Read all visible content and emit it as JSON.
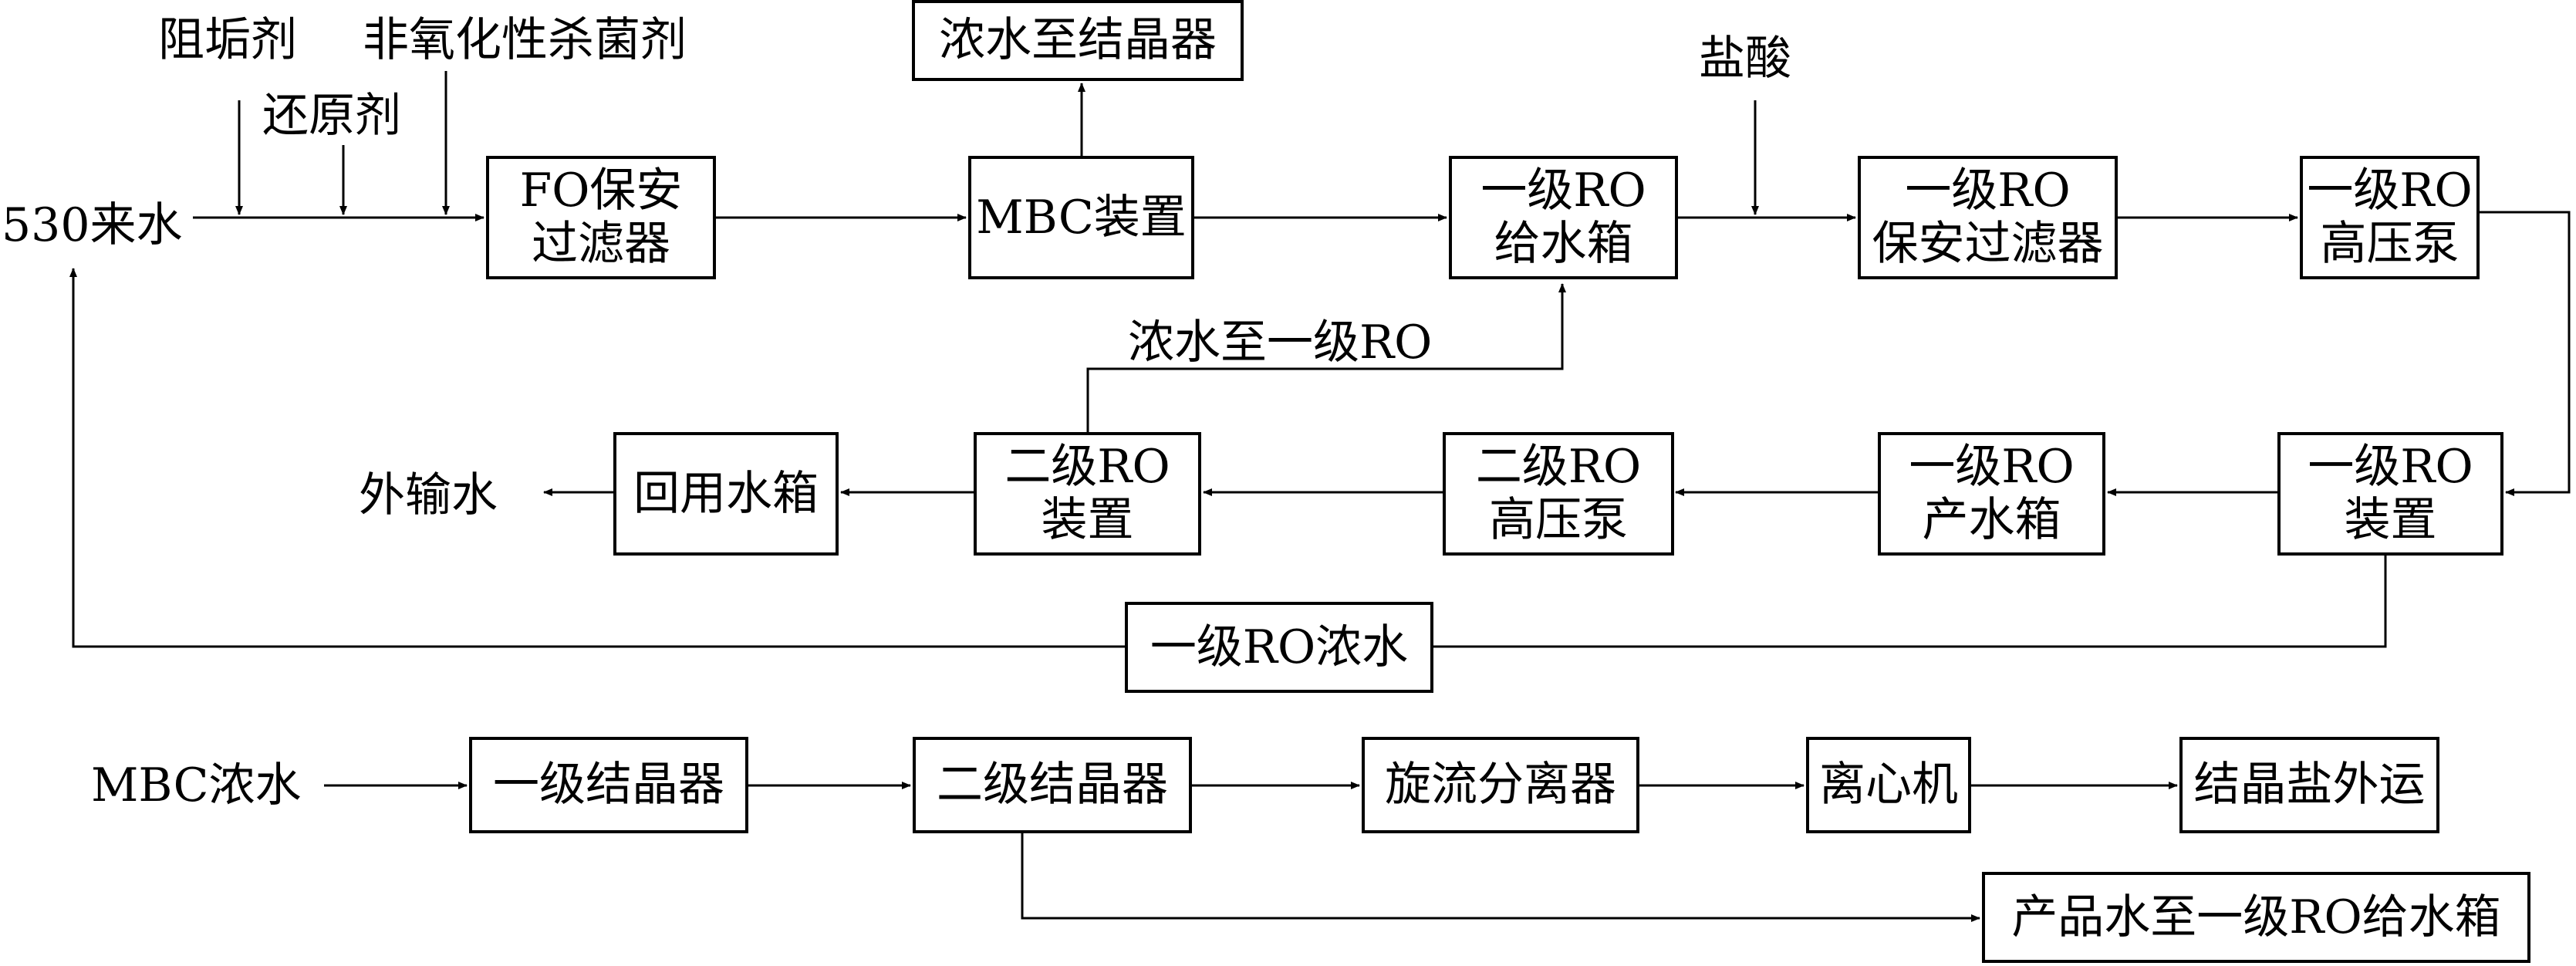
{
  "inputs": {
    "feed_water": "530来水",
    "antiscalant": "阻垢剂",
    "reductant": "还原剂",
    "biocide": "非氧化性杀菌剂",
    "hydrochloric_acid": "盐酸",
    "mbc_concentrate": "MBC浓水"
  },
  "boxes": {
    "fo_filter": [
      "FO保安",
      "过滤器"
    ],
    "mbc_unit": [
      "MBC装置"
    ],
    "conc_to_crystallizer": [
      "浓水至结晶器"
    ],
    "ro1_feed_tank": [
      "一级RO",
      "给水箱"
    ],
    "ro1_filter": [
      "一级RO",
      "保安过滤器"
    ],
    "ro1_hp_pump": [
      "一级RO",
      "高压泵"
    ],
    "ro1_unit": [
      "一级RO",
      "装置"
    ],
    "ro1_product_tank": [
      "一级RO",
      "产水箱"
    ],
    "ro2_hp_pump": [
      "二级RO",
      "高压泵"
    ],
    "ro2_unit": [
      "二级RO",
      "装置"
    ],
    "reuse_tank": [
      "回用水箱"
    ],
    "ro1_concentrate": [
      "一级RO浓水"
    ],
    "crystallizer1": [
      "一级结晶器"
    ],
    "crystallizer2": [
      "二级结晶器"
    ],
    "cyclone": [
      "旋流分离器"
    ],
    "centrifuge": [
      "离心机"
    ],
    "salt_out": [
      "结晶盐外运"
    ],
    "product_to_ro1": [
      "产品水至一级RO给水箱"
    ]
  },
  "labels": {
    "export_water": "外输水",
    "conc_to_ro1": "浓水至一级RO"
  }
}
